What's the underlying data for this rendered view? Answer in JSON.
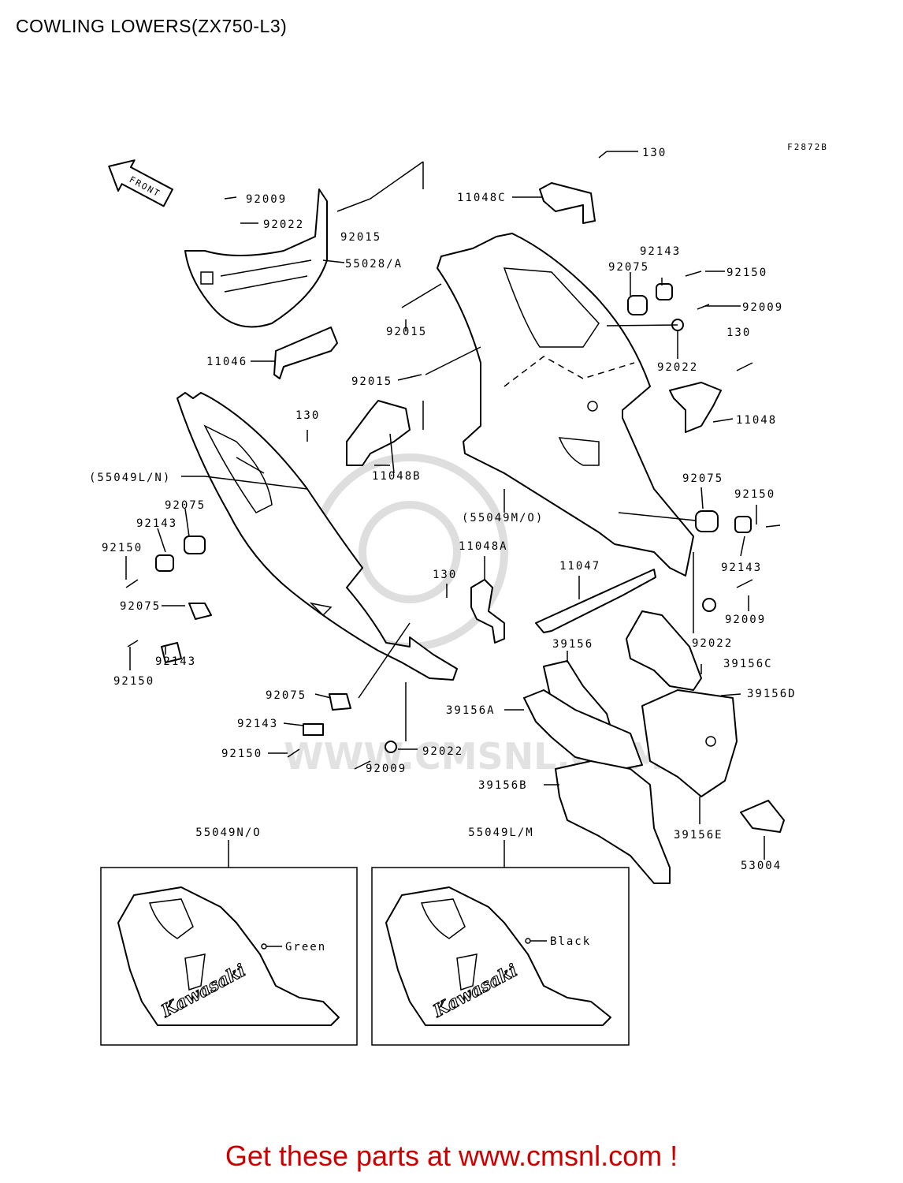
{
  "title": "COWLING LOWERS(ZX750-L3)",
  "figure_code": "F2872B",
  "front_arrow": "FRONT",
  "watermark": "WWW.CMSNL.COM",
  "footer": {
    "text": "Get these parts at www.cmsnl.com !",
    "color": "#cc0000"
  },
  "labels": {
    "l130_top": "130",
    "l11048C": "11048C",
    "l92009_top": "92009",
    "l92022_top": "92022",
    "l92015_top": "92015",
    "l55028": "55028/A",
    "l11046": "11046",
    "l92015_mid": "92015",
    "l92015_low": "92015",
    "l92143_top": "92143",
    "l92075_top": "92075",
    "l92150_top": "92150",
    "l92009_right": "92009",
    "l130_right": "130",
    "l92022_right": "92022",
    "l11048": "11048",
    "l130_mid": "130",
    "l11048B": "11048B",
    "l55049LN": "(55049L/N)",
    "l92075_left": "92075",
    "l92143_left": "92143",
    "l92150_left": "92150",
    "l92075_left2": "92075",
    "l92143_left2": "92143",
    "l92150_left2": "92150",
    "l55049MO": "(55049M/O)",
    "l92075_right": "92075",
    "l92150_right": "92150",
    "l92143_right": "92143",
    "l92009_right2": "92009",
    "l92022_right2": "92022",
    "l11048A": "11048A",
    "l130_low": "130",
    "l11047": "11047",
    "l39156": "39156",
    "l39156C": "39156C",
    "l39156D": "39156D",
    "l39156A": "39156A",
    "l39156B": "39156B",
    "l39156E": "39156E",
    "l53004": "53004",
    "l92075_bot": "92075",
    "l92143_bot": "92143",
    "l92150_bot": "92150",
    "l92022_bot": "92022",
    "l92009_bot": "92009"
  },
  "variants": [
    {
      "part": "55049N/O",
      "color_label": "Green",
      "brand": "Kawasaki"
    },
    {
      "part": "55049L/M",
      "color_label": "Black",
      "brand": "Kawasaki"
    }
  ]
}
